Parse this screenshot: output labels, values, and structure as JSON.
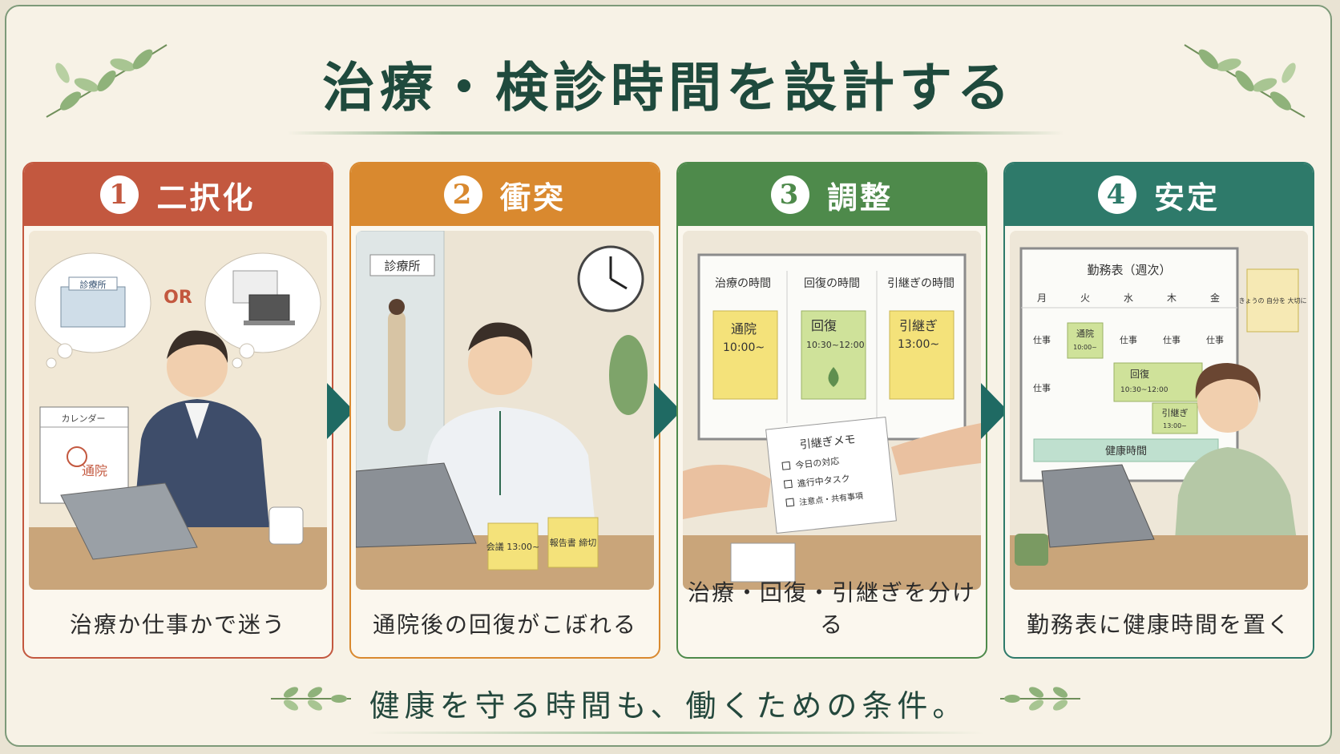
{
  "title": "治療・検診時間を設計する",
  "tagline": "健康を守る時間も、働くための条件。",
  "colors": {
    "step1": "#c3583f",
    "step2": "#d9892f",
    "step3": "#4e8a4b",
    "step4": "#2e7a6a",
    "arrow": "#1f6a63",
    "title": "#1f4a3d"
  },
  "steps": [
    {
      "number": "1",
      "label": "二択化",
      "caption": "治療か仕事かで迷う",
      "scene": {
        "clinic_sign": "診療所",
        "or_text": "OR",
        "calendar_title": "カレンダー",
        "calendar_mark": "通院"
      }
    },
    {
      "number": "2",
      "label": "衝突",
      "caption": "通院後の回復がこぼれる",
      "scene": {
        "clinic_sign": "診療所",
        "note1": "会議 13:00~",
        "note2": "報告書 締切"
      }
    },
    {
      "number": "3",
      "label": "調整",
      "caption": "治療・回復・引継ぎを分ける",
      "scene": {
        "board_headers": [
          "治療の時間",
          "回復の時間",
          "引継ぎの時間"
        ],
        "notes": [
          {
            "title": "通院",
            "time": "10:00~"
          },
          {
            "title": "回復",
            "time": "10:30~12:00"
          },
          {
            "title": "引継ぎ",
            "time": "13:00~"
          }
        ],
        "memo_title": "引継ぎメモ",
        "memo_items": [
          "今日の対応",
          "進行中タスク",
          "注意点・共有事項"
        ]
      }
    },
    {
      "number": "4",
      "label": "安定",
      "caption": "勤務表に健康時間を置く",
      "scene": {
        "schedule_title": "勤務表（週次）",
        "days": [
          "月",
          "火",
          "水",
          "木",
          "金"
        ],
        "work_label": "仕事",
        "blocks": [
          {
            "title": "通院",
            "time": "10:00~"
          },
          {
            "title": "回復",
            "time": "10:30~12:00"
          },
          {
            "title": "引継ぎ",
            "time": "13:00~"
          }
        ],
        "health_bar": "健康時間",
        "sticky_note": "きょうの 自分を 大切に"
      }
    }
  ]
}
